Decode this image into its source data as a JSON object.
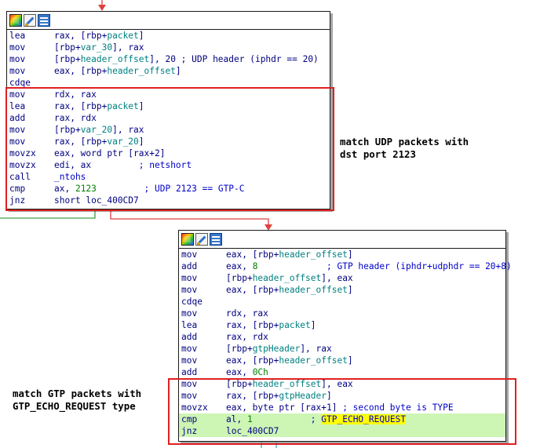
{
  "block1": {
    "lines": [
      {
        "mn": "lea",
        "ops": [
          {
            "t": "rax, [rbp+",
            "c": ""
          },
          {
            "t": "packet",
            "c": "sym"
          },
          {
            "t": "]",
            "c": ""
          }
        ]
      },
      {
        "mn": "mov",
        "ops": [
          {
            "t": "[rbp+",
            "c": ""
          },
          {
            "t": "var_30",
            "c": "sym"
          },
          {
            "t": "], rax",
            "c": ""
          }
        ]
      },
      {
        "mn": "mov",
        "ops": [
          {
            "t": "[rbp+",
            "c": ""
          },
          {
            "t": "header_offset",
            "c": "sym"
          },
          {
            "t": "], 20 ; UDP header (iphdr == 20)",
            "c": ""
          }
        ]
      },
      {
        "mn": "mov",
        "ops": [
          {
            "t": "eax, [rbp+",
            "c": ""
          },
          {
            "t": "header_offset",
            "c": "sym"
          },
          {
            "t": "]",
            "c": ""
          }
        ]
      },
      {
        "mn": "cdqe",
        "ops": []
      },
      {
        "mn": "mov",
        "ops": [
          {
            "t": "rdx, rax",
            "c": ""
          }
        ]
      },
      {
        "mn": "lea",
        "ops": [
          {
            "t": "rax, [rbp+",
            "c": ""
          },
          {
            "t": "packet",
            "c": "sym"
          },
          {
            "t": "]",
            "c": ""
          }
        ]
      },
      {
        "mn": "add",
        "ops": [
          {
            "t": "rax, rdx",
            "c": ""
          }
        ]
      },
      {
        "mn": "mov",
        "ops": [
          {
            "t": "[rbp+",
            "c": ""
          },
          {
            "t": "var_20",
            "c": "sym"
          },
          {
            "t": "], rax",
            "c": ""
          }
        ]
      },
      {
        "mn": "mov",
        "ops": [
          {
            "t": "rax, [rbp+",
            "c": ""
          },
          {
            "t": "var_20",
            "c": "sym"
          },
          {
            "t": "]",
            "c": ""
          }
        ]
      },
      {
        "mn": "movzx",
        "ops": [
          {
            "t": "eax, word ptr [rax+2]",
            "c": ""
          }
        ]
      },
      {
        "mn": "movzx",
        "ops": [
          {
            "t": "edi, ax         ",
            "c": ""
          },
          {
            "t": "; netshort",
            "c": "cm"
          }
        ]
      },
      {
        "mn": "call",
        "ops": [
          {
            "t": "_ntohs",
            "c": "ref"
          }
        ]
      },
      {
        "mn": "cmp",
        "ops": [
          {
            "t": "ax, ",
            "c": ""
          },
          {
            "t": "2123",
            "c": "num"
          },
          {
            "t": "         ",
            "c": ""
          },
          {
            "t": "; UDP 2123 == GTP-C",
            "c": "cm"
          }
        ]
      },
      {
        "mn": "jnz",
        "ops": [
          {
            "t": "short loc_400CD7",
            "c": ""
          }
        ]
      }
    ]
  },
  "block2": {
    "lines": [
      {
        "mn": "mov",
        "ops": [
          {
            "t": "eax, [rbp+",
            "c": ""
          },
          {
            "t": "header_offset",
            "c": "sym"
          },
          {
            "t": "]",
            "c": ""
          }
        ]
      },
      {
        "mn": "add",
        "ops": [
          {
            "t": "eax, ",
            "c": ""
          },
          {
            "t": "8",
            "c": "num"
          },
          {
            "t": "             ",
            "c": ""
          },
          {
            "t": "; GTP header (iphdr+udphdr == 20+8)",
            "c": "cm"
          }
        ]
      },
      {
        "mn": "mov",
        "ops": [
          {
            "t": "[rbp+",
            "c": ""
          },
          {
            "t": "header_offset",
            "c": "sym"
          },
          {
            "t": "], eax",
            "c": ""
          }
        ]
      },
      {
        "mn": "mov",
        "ops": [
          {
            "t": "eax, [rbp+",
            "c": ""
          },
          {
            "t": "header_offset",
            "c": "sym"
          },
          {
            "t": "]",
            "c": ""
          }
        ]
      },
      {
        "mn": "cdqe",
        "ops": []
      },
      {
        "mn": "mov",
        "ops": [
          {
            "t": "rdx, rax",
            "c": ""
          }
        ]
      },
      {
        "mn": "lea",
        "ops": [
          {
            "t": "rax, [rbp+",
            "c": ""
          },
          {
            "t": "packet",
            "c": "sym"
          },
          {
            "t": "]",
            "c": ""
          }
        ]
      },
      {
        "mn": "add",
        "ops": [
          {
            "t": "rax, rdx",
            "c": ""
          }
        ]
      },
      {
        "mn": "mov",
        "ops": [
          {
            "t": "[rbp+",
            "c": ""
          },
          {
            "t": "gtpHeader",
            "c": "sym"
          },
          {
            "t": "], rax",
            "c": ""
          }
        ]
      },
      {
        "mn": "mov",
        "ops": [
          {
            "t": "eax, [rbp+",
            "c": ""
          },
          {
            "t": "header_offset",
            "c": "sym"
          },
          {
            "t": "]",
            "c": ""
          }
        ]
      },
      {
        "mn": "add",
        "ops": [
          {
            "t": "eax, ",
            "c": ""
          },
          {
            "t": "0Ch",
            "c": "num"
          }
        ]
      },
      {
        "mn": "mov",
        "ops": [
          {
            "t": "[rbp+",
            "c": ""
          },
          {
            "t": "header_offset",
            "c": "sym"
          },
          {
            "t": "], eax",
            "c": ""
          }
        ]
      },
      {
        "mn": "mov",
        "ops": [
          {
            "t": "rax, [rbp+",
            "c": ""
          },
          {
            "t": "gtpHeader",
            "c": "sym"
          },
          {
            "t": "]",
            "c": ""
          }
        ]
      },
      {
        "mn": "movzx",
        "ops": [
          {
            "t": "eax, byte ptr [rax+1] ",
            "c": ""
          },
          {
            "t": "; second byte is TYPE",
            "c": "cm"
          }
        ]
      },
      {
        "mn": "cmp",
        "hl": true,
        "ops": [
          {
            "t": "al, ",
            "c": ""
          },
          {
            "t": "1",
            "c": "num"
          },
          {
            "t": "           ",
            "c": ""
          },
          {
            "t": "; ",
            "c": "cm"
          },
          {
            "t": "GTP_ECHO_REQUEST",
            "c": "yellow"
          }
        ]
      },
      {
        "mn": "jnz",
        "hl": true,
        "ops": [
          {
            "t": "loc_400CD7",
            "c": ""
          }
        ]
      }
    ]
  },
  "annotations": {
    "udp_note": "match UDP packets with\ndst port 2123",
    "gtp_note": "match GTP packets with\nGTP_ECHO_REQUEST type"
  },
  "colors": {
    "edge_true": "#3aa040",
    "edge_false": "#e04040",
    "edge_cyan": "#40a8c8",
    "highlight_box": "#e02020"
  }
}
